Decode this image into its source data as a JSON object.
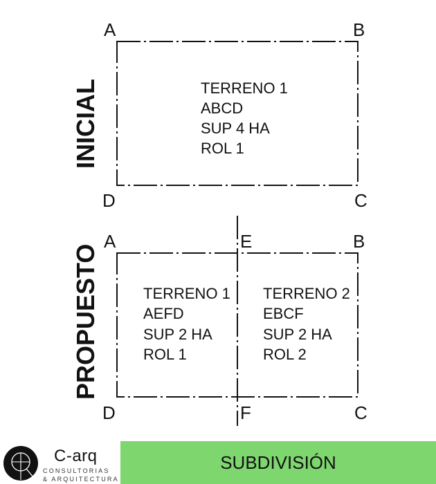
{
  "inicial": {
    "title": "INICIAL",
    "corners": {
      "a": "A",
      "b": "B",
      "c": "C",
      "d": "D"
    },
    "lot": [
      "TERRENO 1",
      "ABCD",
      "SUP 4 HA",
      "ROL 1"
    ]
  },
  "propuesto": {
    "title": "PROPUESTO",
    "corners": {
      "a": "A",
      "b": "B",
      "c": "C",
      "d": "D",
      "e": "E",
      "f": "F"
    },
    "lot1": [
      "TERRENO 1",
      "AEFD",
      "SUP 2 HA",
      "ROL 1"
    ],
    "lot2": [
      "TERRENO 2",
      "EBCF",
      "SUP 2 HA",
      "ROL 2"
    ]
  },
  "logo": {
    "name": "C-arq",
    "sub1": "CONSULTORIAS",
    "sub2": "& ARQUITECTURA",
    "mark": "Q"
  },
  "banner": {
    "label": "SUBDIVISIÓN"
  },
  "colors": {
    "banner_green": "#7ed66e",
    "ink": "#111111"
  }
}
